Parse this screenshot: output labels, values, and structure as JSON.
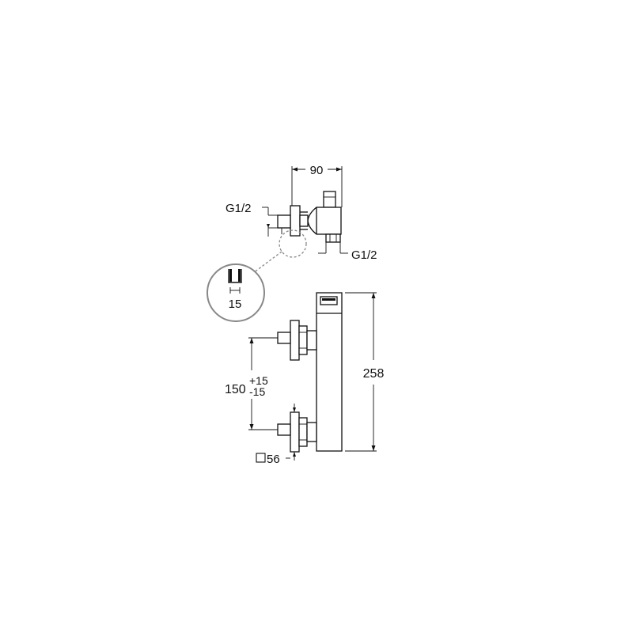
{
  "labels": {
    "top_width": "90",
    "inlet_left": "G1/2",
    "outlet_bottom": "G1/2",
    "detail_dim": "15",
    "height": "258",
    "spacing_main": "150",
    "spacing_plus": "+15",
    "spacing_minus": "-15",
    "square_size": "56"
  },
  "colors": {
    "line": "#111111",
    "detail_circle": "#888888",
    "background": "#ffffff"
  }
}
